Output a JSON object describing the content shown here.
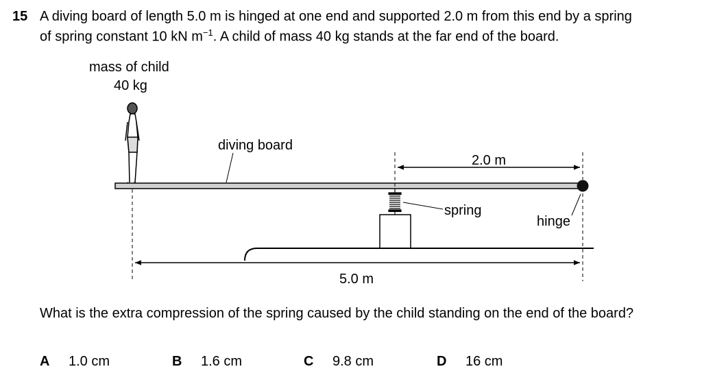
{
  "question_number": "15",
  "stem": {
    "line1": "A diving board of length 5.0 m is hinged at one end and supported 2.0 m from this end by a spring",
    "line2_pre": "of spring constant 10 kN m",
    "line2_sup": "−1",
    "line2_post": ". A child of mass 40 kg stands at the far end of the board."
  },
  "diagram": {
    "mass_label_line1": "mass of child",
    "mass_label_line2": "40 kg",
    "board_label": "diving board",
    "spring_distance_label": "2.0 m",
    "spring_label": "spring",
    "hinge_label": "hinge",
    "length_label": "5.0 m"
  },
  "question": "What is the extra compression of the spring caused by the child standing on the end of the board?",
  "options": [
    {
      "letter": "A",
      "text": "1.0 cm"
    },
    {
      "letter": "B",
      "text": "1.6 cm"
    },
    {
      "letter": "C",
      "text": "9.8 cm"
    },
    {
      "letter": "D",
      "text": "16 cm"
    }
  ]
}
